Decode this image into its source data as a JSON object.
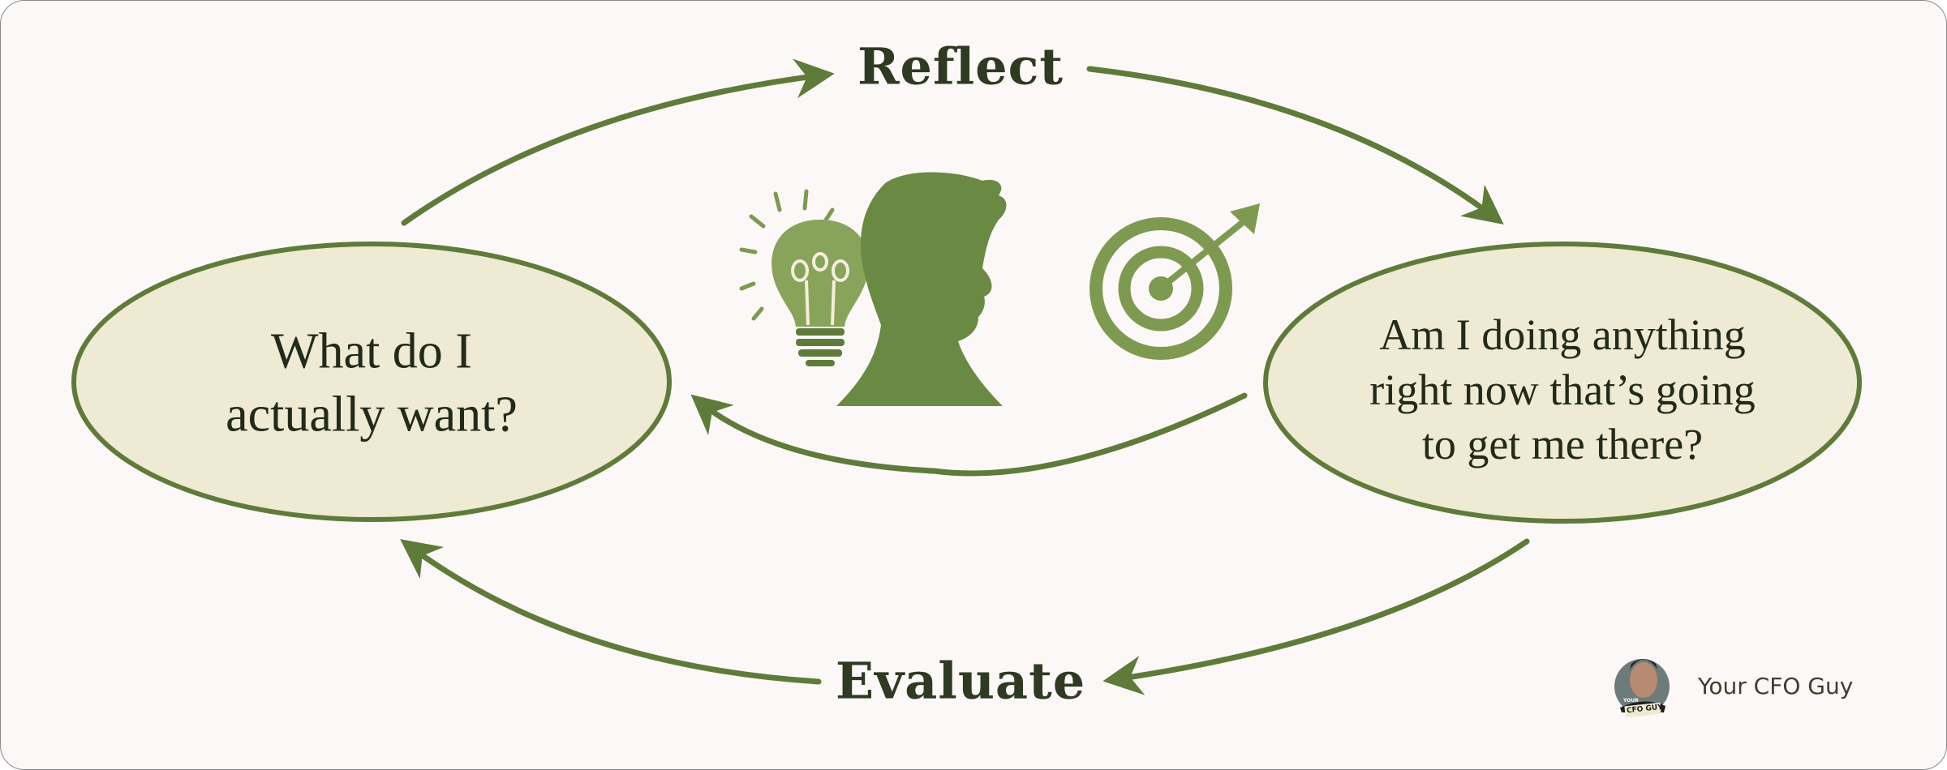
{
  "stages": {
    "top": "Reflect",
    "bottom": "Evaluate"
  },
  "questions": {
    "left": "What do I actually want?",
    "left_lines": [
      "What do I",
      "actually want?"
    ],
    "right": "Am I doing anything right now that's going to get me there?",
    "right_lines": [
      "Am I doing anything",
      "right now that’s going",
      "to get me there?"
    ]
  },
  "brand": {
    "name": "Your CFO Guy",
    "badge": "CFO GUY",
    "badge_small": "YOUR"
  },
  "colors": {
    "green": "#5f7b3a",
    "ellipse_fill": "#efead3",
    "text": "#2e3a22",
    "background": "#fbf8f7"
  }
}
